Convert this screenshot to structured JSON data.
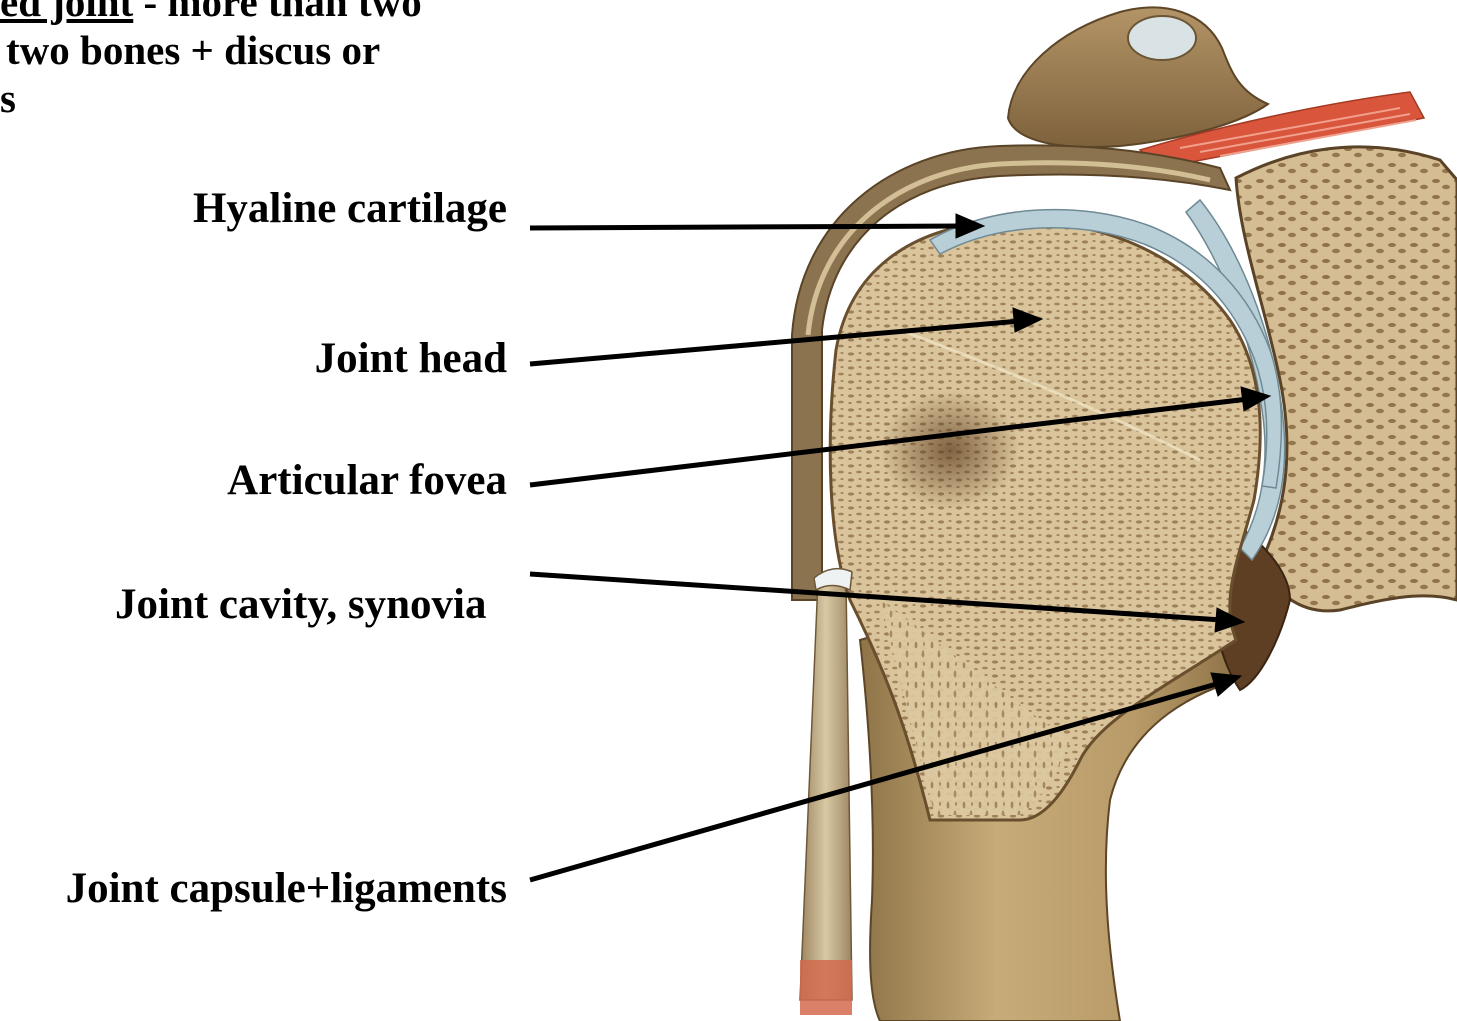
{
  "intro": {
    "line1_underlined": "ed joint",
    "line1_rest": " - more than two",
    "line2": "two bones + discus or",
    "line3": "s"
  },
  "labels": [
    "Hyaline cartilage",
    "Joint head",
    "Articular fovea",
    "Joint cavity, synovia",
    "Joint capsule+ligaments"
  ],
  "colors": {
    "bone": "#b89a6a",
    "cancellous_bone": "#d8c39a",
    "cartilage": "#b9cfd8",
    "ligament": "#a58c62",
    "muscle": "#d9533a",
    "cavity": "#6b4a2c",
    "arrow": "#000000"
  }
}
